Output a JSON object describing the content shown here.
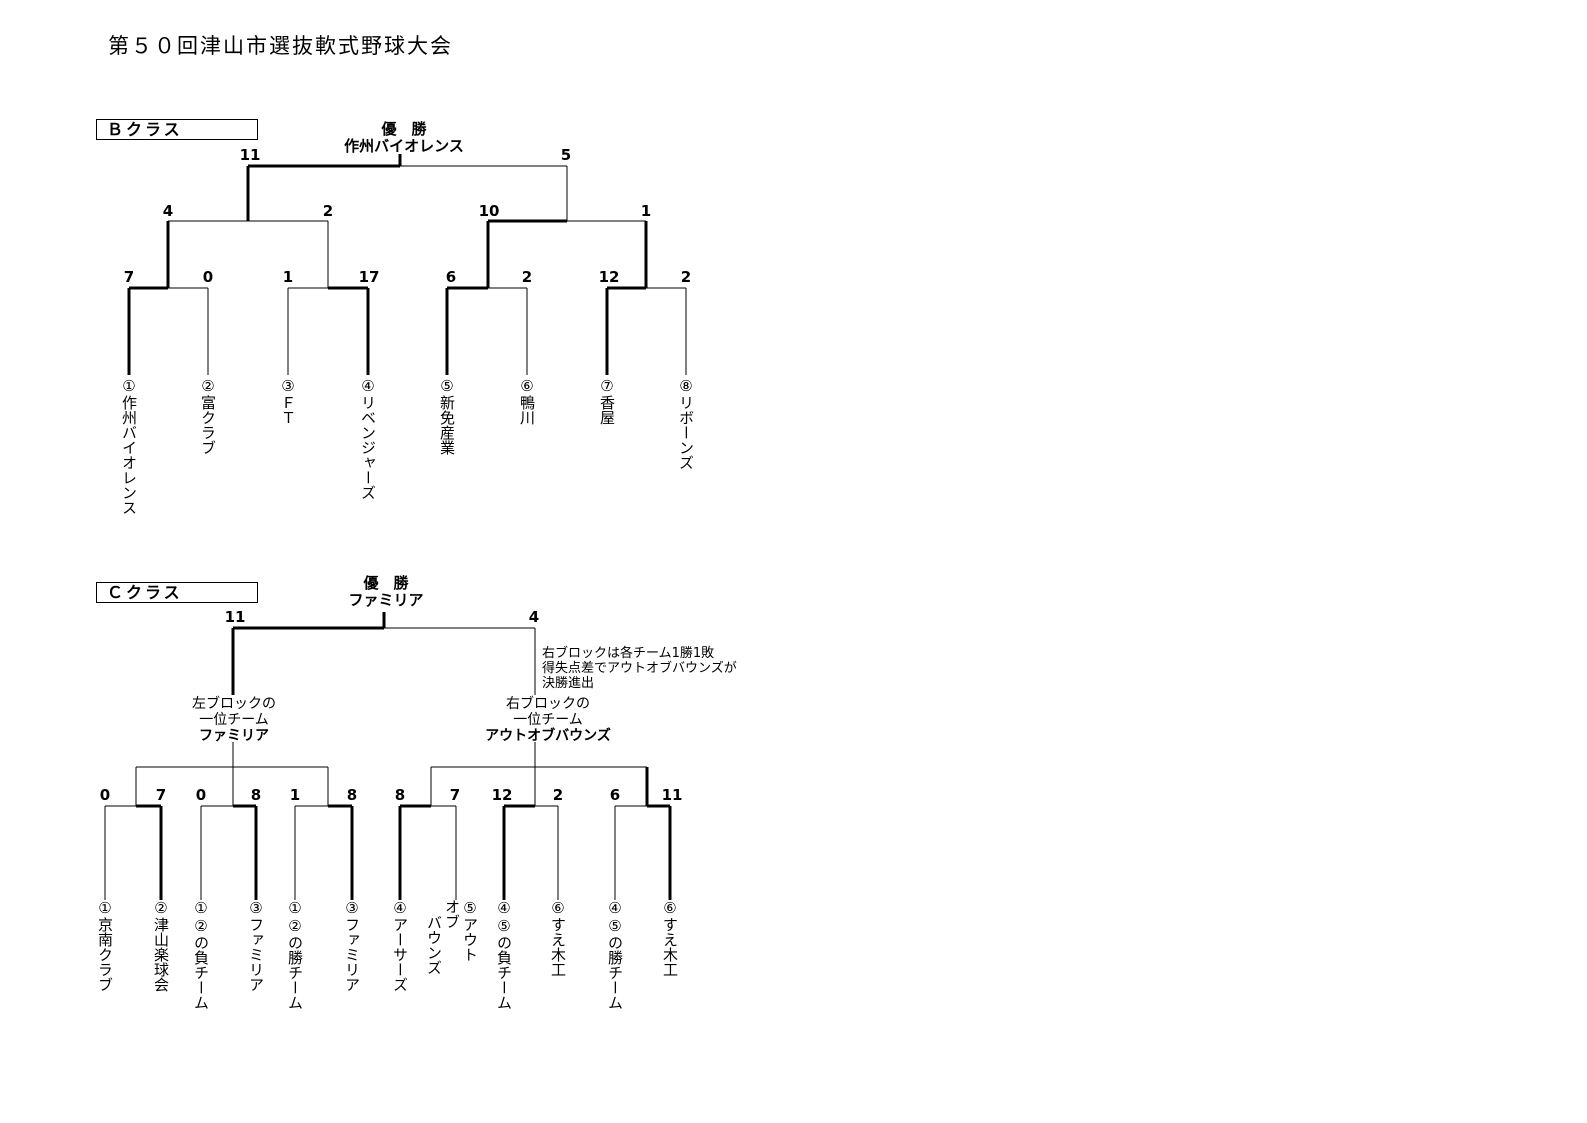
{
  "title": "第５０回津山市選抜軟式野球大会",
  "b_class": {
    "label": "Ｂクラス",
    "champion_label": "優　勝",
    "champion": "作州バイオレンス",
    "final_scores": [
      "11",
      "5"
    ],
    "semi_scores": [
      "4",
      "2",
      "10",
      "1"
    ],
    "first_scores": [
      "7",
      "0",
      "1",
      "17",
      "6",
      "2",
      "12",
      "2"
    ],
    "teams": [
      "①作州バイオレンス",
      "②富クラブ",
      "③ＦＴ",
      "④リベンジャーズ",
      "⑤新免産業",
      "⑥鴨川",
      "⑦香屋",
      "⑧リボーンズ"
    ]
  },
  "c_class": {
    "label": "Ｃクラス",
    "champion_label": "優　勝",
    "champion": "ファミリア",
    "final_scores": [
      "11",
      "4"
    ],
    "left_block": {
      "line1": "左ブロックの",
      "line2": "一位チーム",
      "team": "ファミリア"
    },
    "right_block": {
      "line1": "右ブロックの",
      "line2": "一位チーム",
      "team": "アウトオブバウンズ"
    },
    "note": [
      "右ブロックは各チーム1勝1敗",
      "得失点差でアウトオブバウンズが",
      "決勝進出"
    ],
    "first_scores": [
      "0",
      "7",
      "0",
      "8",
      "1",
      "8",
      "8",
      "7",
      "12",
      "2",
      "6",
      "11"
    ],
    "teams": [
      "①京南クラブ",
      "②津山楽球会",
      "①②の負チーム",
      "③ファミリア",
      "①②の勝チーム",
      "③ファミリア",
      "④アーサーズ",
      "",
      "④⑤の負チーム",
      "⑥すえ木工",
      "④⑤の勝チーム",
      "⑥すえ木工"
    ],
    "team_outof_col1": "⑤アウト",
    "team_outof_col2": "バウンズ",
    "team_outof_col1b": "オブ"
  }
}
